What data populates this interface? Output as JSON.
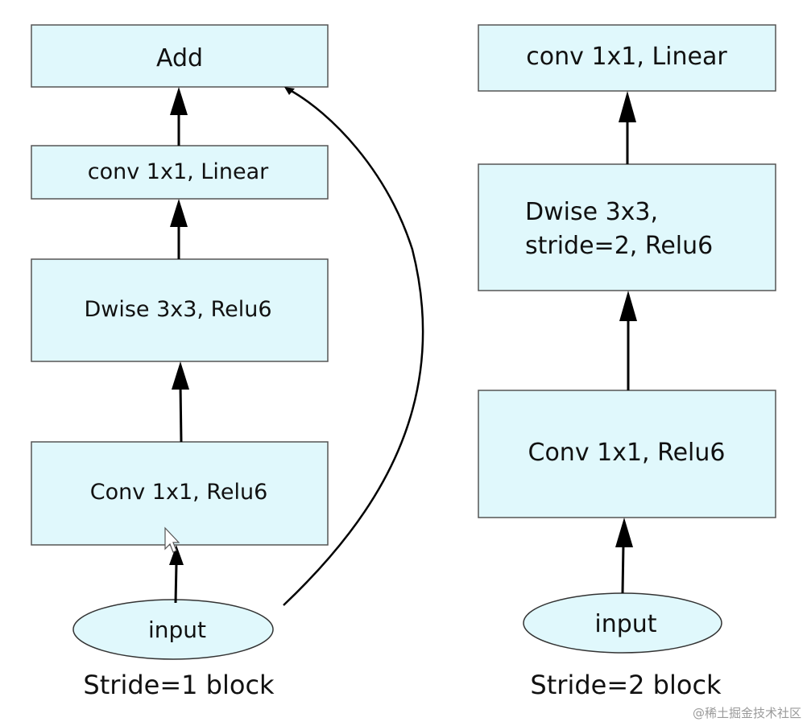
{
  "left_block": {
    "nodes": {
      "add": "Add",
      "conv_linear": "conv 1x1, Linear",
      "dwise": "Dwise 3x3, Relu6",
      "conv_relu": "Conv 1x1, Relu6",
      "input": "input"
    },
    "caption": "Stride=1 block"
  },
  "right_block": {
    "nodes": {
      "conv_linear": "conv 1x1, Linear",
      "dwise_line1": "Dwise 3x3,",
      "dwise_line2": "stride=2, Relu6",
      "conv_relu": "Conv 1x1, Relu6",
      "input": "input"
    },
    "caption": "Stride=2 block"
  },
  "watermark": "@稀土掘金技术社区",
  "colors": {
    "box_fill": "#e0f8fc",
    "box_stroke": "#555555",
    "arrow": "#000000"
  }
}
